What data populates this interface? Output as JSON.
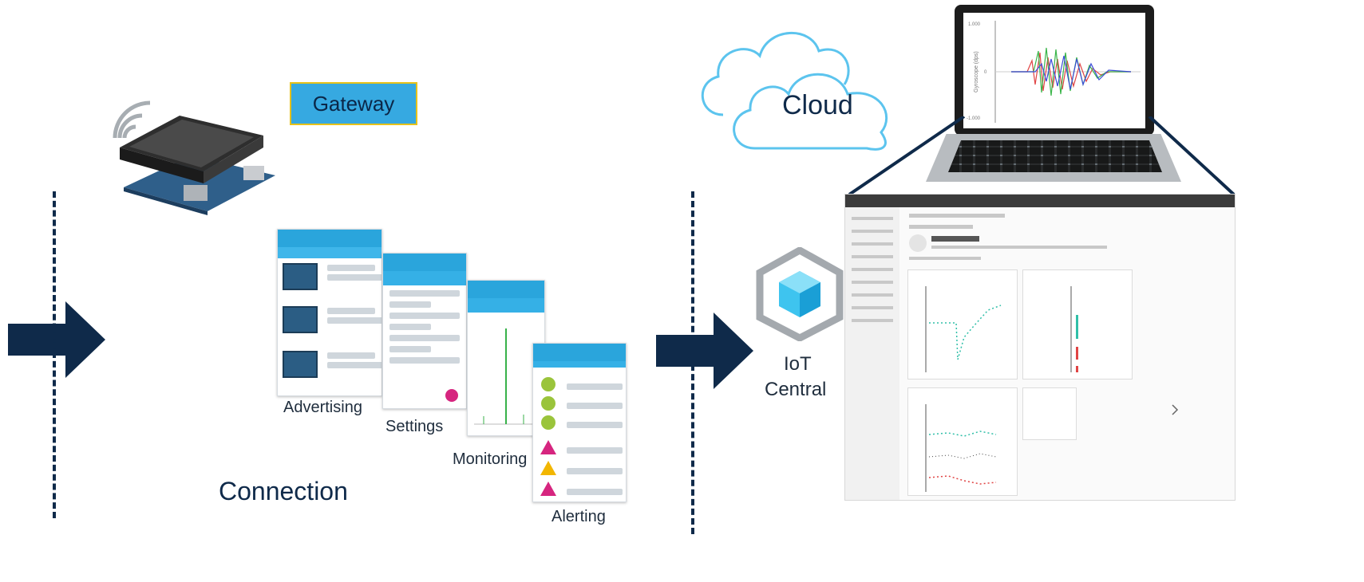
{
  "labels": {
    "gateway": "Gateway",
    "cloud": "Cloud",
    "connection": "Connection",
    "iot_central_line1": "IoT",
    "iot_central_line2": "Central"
  },
  "app_screens": [
    {
      "label": "Advertising"
    },
    {
      "label": "Settings"
    },
    {
      "label": "Monitoring"
    },
    {
      "label": "Alerting"
    }
  ],
  "laptop_chart": {
    "ylabel": "Gyroscope (dps)",
    "ticks": [
      "1.000",
      "0",
      "-1.000"
    ]
  },
  "colors": {
    "arrow": "#0f2a4a",
    "gateway_fill": "#36a9e1",
    "gateway_border": "#e7c21a",
    "cloud_stroke": "#5cc4ee",
    "app_header": "#2aa5dc",
    "iot_cube": "#3ec4ef"
  }
}
